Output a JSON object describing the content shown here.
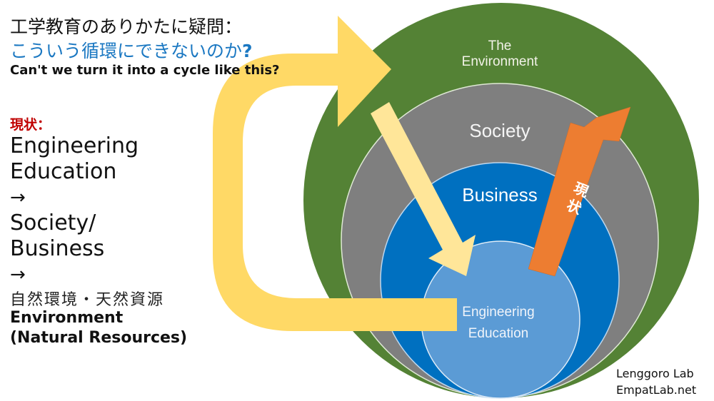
{
  "left_panel": {
    "jp_title": "工学教育のありかたに疑問：",
    "jp_question": "こういう循環にできないのか",
    "jp_question_mark": "?",
    "en_question": "Can't we turn it into a cycle like this?",
    "status_label": "現状：",
    "flow": [
      "Engineering",
      "Education",
      "→",
      "Society/",
      "Business",
      "→"
    ],
    "env_jp": "自然環境・天然資源",
    "env_en_line1": "Environment",
    "env_en_line2": "(Natural Resources)"
  },
  "diagram": {
    "circles": [
      {
        "name": "The Environment",
        "line1": "The",
        "line2": "Environment",
        "color": "#548235"
      },
      {
        "name": "Society",
        "label": "Society",
        "color": "#7f7f7f"
      },
      {
        "name": "Business",
        "label": "Business",
        "color": "#0070c0"
      },
      {
        "name": "Engineering Education",
        "line1": "Engineering",
        "line2": "Education",
        "color": "#5b9bd5"
      }
    ],
    "cycle_arrow_color": "#ffd966",
    "inner_arrow_color": "#ffe699",
    "status_arrow": {
      "label_char1": "現",
      "label_char2": "状",
      "color": "#ed7d31"
    },
    "outline_color": "#e2efda"
  },
  "credit": {
    "line1": "Lenggoro Lab",
    "line2": "EmpatLab.net"
  }
}
